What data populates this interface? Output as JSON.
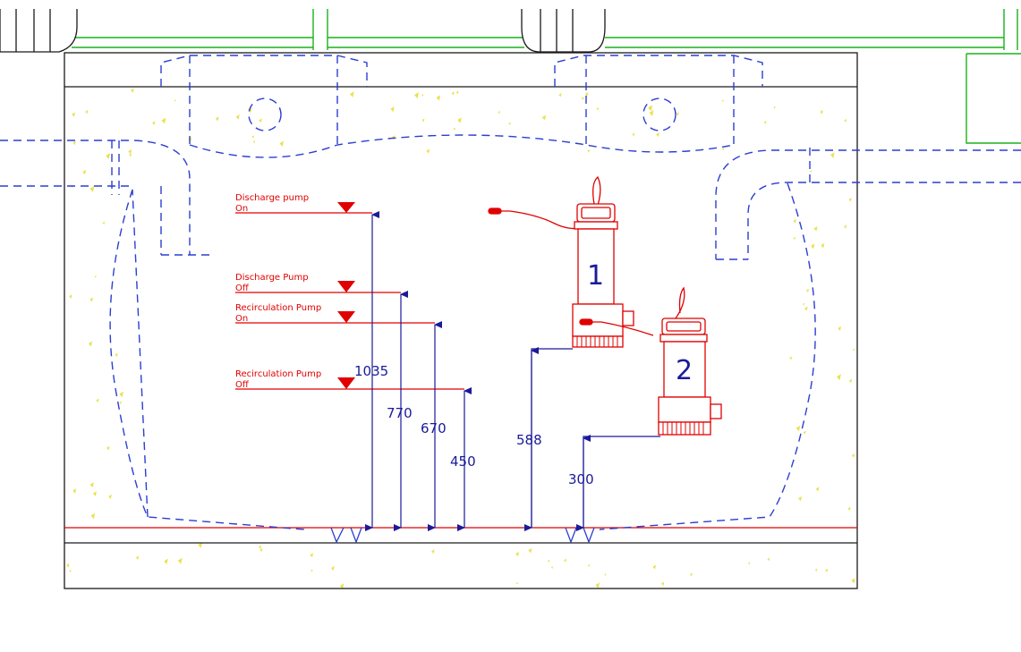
{
  "colors": {
    "outline": "#1a1a1a",
    "hidden": "#2b3fcf",
    "dimension": "#1a1a9a",
    "level": "#e00000",
    "pipe_green": "#19b219",
    "speckle": "#e8e24a"
  },
  "levels": [
    {
      "id": "discharge-on",
      "line1": "Discharge pump",
      "line2": "On",
      "value": 1035
    },
    {
      "id": "discharge-off",
      "line1": "Discharge Pump",
      "line2": "Off",
      "value": 770
    },
    {
      "id": "recirc-on",
      "line1": "Recirculation Pump",
      "line2": "On",
      "value": 670
    },
    {
      "id": "recirc-off",
      "line1": "Recirculation Pump",
      "line2": "Off",
      "value": 450
    }
  ],
  "pumps": [
    {
      "id": "pump-1",
      "label": "1",
      "height": 588
    },
    {
      "id": "pump-2",
      "label": "2",
      "height": 300
    }
  ],
  "dimensions": {
    "dischargeOn": "1035",
    "dischargeOff": "770",
    "recircOn": "670",
    "recircOff": "450",
    "pump1": "588",
    "pump2": "300"
  }
}
